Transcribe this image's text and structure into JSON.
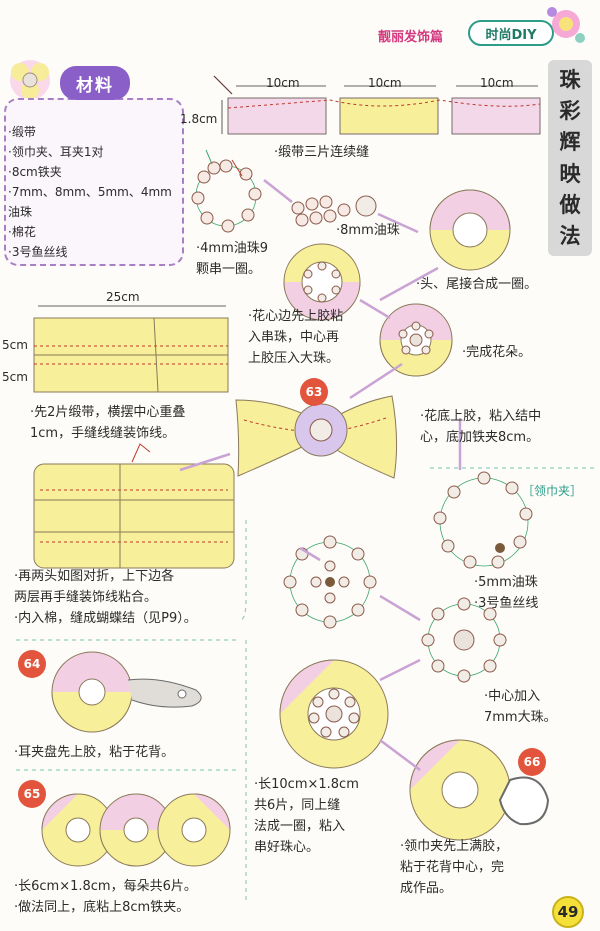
{
  "header": {
    "section_title": "靓丽发饰篇",
    "tag_label": "时尚DIY"
  },
  "side_title": [
    "珠",
    "彩",
    "辉",
    "映",
    "做",
    "法"
  ],
  "materials": {
    "title": "材料",
    "items": [
      "·缎带",
      "·领巾夹、耳夹1对",
      "·8cm铁夹",
      "·7mm、8mm、5mm、4mm",
      "油珠",
      "·棉花",
      "·3号鱼丝线"
    ]
  },
  "ribbon_dims": {
    "width_a": "10cm",
    "width_b": "10cm",
    "width_c": "10cm",
    "height": "1.8cm",
    "caption": "·缎带三片连续缝"
  },
  "steps": {
    "bead_ring": [
      "·4mm油珠9",
      "颗串一圈。"
    ],
    "bead_8mm": "·8mm油珠",
    "join_ring": "·头、尾接合成一圈。",
    "glue_center": [
      "·花心边先上胶粘",
      "入串珠，中心再",
      "上胶压入大珠。"
    ],
    "flower_done": "·完成花朵。",
    "bow_ribbon": [
      "·先2片缎带，横摆中心重叠",
      "1cm，手缝线缝装饰线。"
    ],
    "bow_glue": [
      "·花底上胶，粘入结中",
      "心，底加铁夹8cm。"
    ],
    "bow_fold": [
      "·再两头如图对折，上下边各",
      "两层再手缝装饰线粘合。",
      "·内入棉，缝成蝴蝶结（见P9）。"
    ],
    "earclip": "·耳夹盘先上胶，粘于花背。",
    "hairclip": [
      "·长6cm×1.8cm，每朵共6片。",
      "·做法同上，底粘上8cm铁夹。"
    ],
    "scarf_beads": [
      "·5mm油珠",
      "·3号鱼丝线"
    ],
    "scarf_center": [
      "·中心加入",
      "7mm大珠。"
    ],
    "scarf_ribbon": [
      "·长10cm×1.8cm",
      "共6片，同上缝",
      "法成一圈，粘入",
      "串好珠心。"
    ],
    "scarf_final": [
      "·领巾夹先上满胶，",
      "粘于花背中心，完",
      "成作品。"
    ]
  },
  "bow_dims": {
    "width": "25cm",
    "h1": "5cm",
    "h2": "5cm"
  },
  "section_scarf": "［领巾夹］",
  "step_numbers": {
    "s63": "63",
    "s64": "64",
    "s65": "65",
    "s66": "66"
  },
  "page_number": "49",
  "colors": {
    "pink": "#d33a7f",
    "purple": "#8a5fc7",
    "teal": "#2b9d88",
    "ribbon_yellow": "#f7ef9a",
    "ribbon_pink": "#f3cfe3",
    "step_red": "#e2553c",
    "pearl": "#e9e3dc"
  }
}
